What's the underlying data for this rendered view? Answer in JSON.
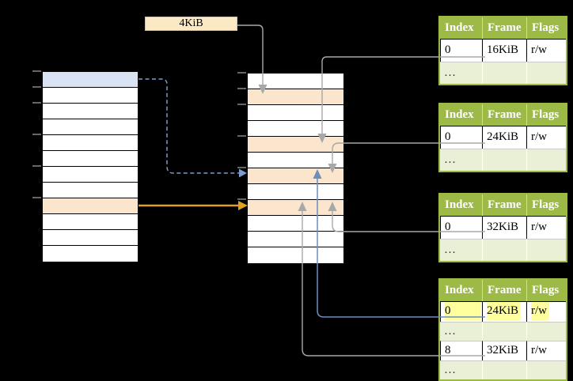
{
  "labels": {
    "page_size": "4KiB"
  },
  "colors": {
    "background": "#000000",
    "table_header_green": "#9cba45",
    "table_alt_row_green": "#eaf0d6",
    "highlight_yellow": "#ffff9e",
    "frame_orange": "#fce5cd",
    "page_blue": "#dae3f3",
    "label_cream": "#fbe9c6",
    "connector_gray": "#a8a8a8",
    "connector_blue": "#6c8ebf",
    "connector_dashed_blue": "#7d9ccd",
    "connector_orange": "#e3a020",
    "tick_gray": "#7f7f7f"
  },
  "left_stack": {
    "rows": [
      "blue",
      "",
      "",
      "",
      "",
      "",
      "",
      "",
      "orange",
      "",
      "",
      ""
    ]
  },
  "middle_stack": {
    "rows": [
      "",
      "orange",
      "",
      "",
      "orange",
      "",
      "orange",
      "",
      "orange",
      "",
      "",
      ""
    ]
  },
  "tables": [
    {
      "headers": [
        "Index",
        "Frame",
        "Flags"
      ],
      "rows": [
        {
          "cells": [
            "0",
            "16KiB",
            "r/w"
          ],
          "alt": false,
          "highlight": false
        },
        {
          "cells": [
            "…",
            "",
            ""
          ],
          "alt": true,
          "highlight": false
        }
      ]
    },
    {
      "headers": [
        "Index",
        "Frame",
        "Flags"
      ],
      "rows": [
        {
          "cells": [
            "0",
            "24KiB",
            "r/w"
          ],
          "alt": false,
          "highlight": false
        },
        {
          "cells": [
            "…",
            "",
            ""
          ],
          "alt": true,
          "highlight": false
        }
      ]
    },
    {
      "headers": [
        "Index",
        "Frame",
        "Flags"
      ],
      "rows": [
        {
          "cells": [
            "0",
            "32KiB",
            "r/w"
          ],
          "alt": false,
          "highlight": false
        },
        {
          "cells": [
            "…",
            "",
            ""
          ],
          "alt": true,
          "highlight": false
        }
      ]
    },
    {
      "headers": [
        "Index",
        "Frame",
        "Flags"
      ],
      "rows": [
        {
          "cells": [
            "0",
            "24KiB",
            "r/w"
          ],
          "alt": false,
          "highlight": true
        },
        {
          "cells": [
            "…",
            "",
            ""
          ],
          "alt": true,
          "highlight": false
        },
        {
          "cells": [
            "8",
            "32KiB",
            "r/w"
          ],
          "alt": false,
          "highlight": false
        },
        {
          "cells": [
            "…",
            "",
            ""
          ],
          "alt": true,
          "highlight": false
        }
      ]
    }
  ]
}
